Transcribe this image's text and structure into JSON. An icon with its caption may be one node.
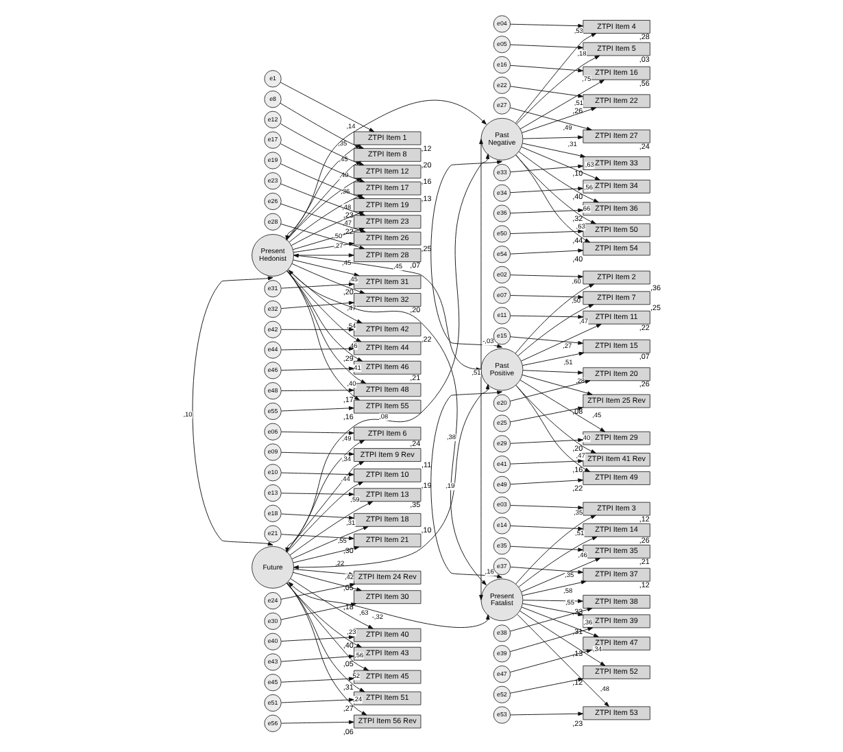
{
  "diagram": {
    "nodes": [
      {
        "text": [
          "Present Hedonist"
        ]
      },
      {
        "text": [
          "ZTPI Item 1"
        ],
        "beside": [
          ",12"
        ]
      },
      {
        "text": [
          "ZTPI Item 8"
        ],
        "beside": [
          ",20"
        ]
      },
      {
        "text": [
          "ZTPI Item 12"
        ],
        "beside": [
          ",16"
        ]
      },
      {
        "text": [
          "ZTPI Item 17"
        ],
        "beside": [
          ",13"
        ]
      },
      {
        "text": [
          "ZTPI Item 19"
        ],
        "beside": [
          ",23"
        ]
      },
      {
        "text": [
          "ZTPI Item 23"
        ],
        "beside": [
          ",22"
        ]
      },
      {
        "text": [
          "ZTPI Item 26"
        ],
        "beside": [
          ",25"
        ]
      },
      {
        "text": [
          "ZTPI Item 28"
        ],
        "beside": [
          ",07"
        ]
      },
      {
        "text": [
          "ZTPI Item 31"
        ],
        "beside": [
          ",20"
        ]
      },
      {
        "text": [
          "ZTPI Item 32"
        ],
        "beside": [
          ",20"
        ]
      },
      {
        "text": [
          "ZTPI Item 42"
        ],
        "beside": [
          ",22"
        ]
      },
      {
        "text": [
          "ZTPI Item 44"
        ],
        "beside": [
          ",29"
        ]
      },
      {
        "text": [
          "ZTPI Item 46"
        ],
        "beside": [
          ",21"
        ]
      },
      {
        "text": [
          "ZTPI Item 48"
        ],
        "beside": [
          ",17"
        ]
      },
      {
        "text": [
          "ZTPI Item 55"
        ],
        "beside": [
          ",16"
        ]
      },
      {
        "text": [
          "e1"
        ]
      },
      {
        "text": [
          "e8"
        ]
      },
      {
        "text": [
          "e12"
        ]
      },
      {
        "text": [
          "e17"
        ]
      },
      {
        "text": [
          "e19"
        ]
      },
      {
        "text": [
          "e23"
        ]
      },
      {
        "text": [
          "e26"
        ]
      },
      {
        "text": [
          "e28"
        ]
      },
      {
        "text": [
          "e31"
        ]
      },
      {
        "text": [
          "e32"
        ]
      },
      {
        "text": [
          "e42"
        ]
      },
      {
        "text": [
          "e44"
        ]
      },
      {
        "text": [
          "e46"
        ]
      },
      {
        "text": [
          "e48"
        ]
      },
      {
        "text": [
          "e55"
        ]
      },
      {
        "text": [
          "Future"
        ]
      },
      {
        "text": [
          "ZTPI Item 6"
        ],
        "beside": [
          ",24"
        ]
      },
      {
        "text": [
          "ZTPI Item 9 Rev"
        ],
        "beside": [
          ",11"
        ]
      },
      {
        "text": [
          "ZTPI Item 10"
        ],
        "beside": [
          ",19"
        ]
      },
      {
        "text": [
          "ZTPI Item 13"
        ],
        "beside": [
          ",35"
        ]
      },
      {
        "text": [
          "ZTPI Item 18"
        ],
        "beside": [
          ",10"
        ]
      },
      {
        "text": [
          "ZTPI Item 21"
        ],
        "beside": [
          ",30"
        ]
      },
      {
        "text": [
          "ZTPI Item 24 Rev"
        ],
        "beside": [
          ",05"
        ]
      },
      {
        "text": [
          "ZTPI Item 30"
        ],
        "beside": [
          ",18"
        ]
      },
      {
        "text": [
          "ZTPI Item 40"
        ],
        "beside": [
          ",40"
        ]
      },
      {
        "text": [
          "ZTPI Item 43"
        ],
        "beside": [
          ",05"
        ]
      },
      {
        "text": [
          "ZTPI Item 45"
        ],
        "beside": [
          ",31"
        ]
      },
      {
        "text": [
          "ZTPI Item 51"
        ],
        "beside": [
          ",27"
        ]
      },
      {
        "text": [
          "ZTPI Item 56 Rev"
        ],
        "beside": [
          ",06"
        ]
      },
      {
        "text": [
          "e06"
        ]
      },
      {
        "text": [
          "e09"
        ]
      },
      {
        "text": [
          "e10"
        ]
      },
      {
        "text": [
          "e13"
        ]
      },
      {
        "text": [
          "e18"
        ]
      },
      {
        "text": [
          "e21"
        ]
      },
      {
        "text": [
          "e24"
        ]
      },
      {
        "text": [
          "e30"
        ]
      },
      {
        "text": [
          "e40"
        ]
      },
      {
        "text": [
          "e43"
        ]
      },
      {
        "text": [
          "e45"
        ]
      },
      {
        "text": [
          "e51"
        ]
      },
      {
        "text": [
          "e56"
        ]
      },
      {
        "text": [
          "Past Negative"
        ]
      },
      {
        "text": [
          "ZTPI Item 4"
        ],
        "beside": [
          ",28"
        ]
      },
      {
        "text": [
          "ZTPI Item 5"
        ],
        "beside": [
          ",03"
        ]
      },
      {
        "text": [
          "ZTPI Item 16"
        ],
        "beside": [
          ",56"
        ]
      },
      {
        "text": [
          "ZTPI Item 22"
        ],
        "beside": [
          ",26"
        ]
      },
      {
        "text": [
          "ZTPI Item 27"
        ],
        "beside": [
          ",24"
        ]
      },
      {
        "text": [
          "ZTPI Item 33"
        ],
        "beside": [
          ",10"
        ]
      },
      {
        "text": [
          "ZTPI Item 34"
        ],
        "beside": [
          ",40"
        ]
      },
      {
        "text": [
          "ZTPI Item 36"
        ],
        "beside": [
          ",32"
        ]
      },
      {
        "text": [
          "ZTPI Item 50"
        ],
        "beside": [
          ",44"
        ]
      },
      {
        "text": [
          "ZTPI Item 54"
        ],
        "beside": [
          ",40"
        ]
      },
      {
        "text": [
          "e04"
        ]
      },
      {
        "text": [
          "e05"
        ]
      },
      {
        "text": [
          "e16"
        ]
      },
      {
        "text": [
          "e22"
        ]
      },
      {
        "text": [
          "e27"
        ]
      },
      {
        "text": [
          "e33"
        ]
      },
      {
        "text": [
          "e34"
        ]
      },
      {
        "text": [
          "e36"
        ]
      },
      {
        "text": [
          "e50"
        ]
      },
      {
        "text": [
          "e54"
        ]
      },
      {
        "text": [
          "Past Positive"
        ]
      },
      {
        "text": [
          "ZTPI Item 2"
        ],
        "beside": [
          ",36"
        ]
      },
      {
        "text": [
          "ZTPI Item 7"
        ],
        "beside": [
          ",25"
        ]
      },
      {
        "text": [
          "ZTPI Item 11"
        ],
        "beside": [
          ",22"
        ]
      },
      {
        "text": [
          "ZTPI Item 15"
        ],
        "beside": [
          ",07"
        ]
      },
      {
        "text": [
          "ZTPI Item 20"
        ],
        "beside": [
          ",26"
        ]
      },
      {
        "text": [
          "ZTPI Item 25 Rev"
        ],
        "beside": [
          ",08"
        ]
      },
      {
        "text": [
          "ZTPI Item 29"
        ],
        "beside": [
          ",20"
        ]
      },
      {
        "text": [
          "ZTPI Item 41 Rev"
        ],
        "beside": [
          ",16"
        ]
      },
      {
        "text": [
          "ZTPI Item 49"
        ],
        "beside": [
          ",22"
        ]
      },
      {
        "text": [
          "e02"
        ]
      },
      {
        "text": [
          "e07"
        ]
      },
      {
        "text": [
          "e11"
        ]
      },
      {
        "text": [
          "e15"
        ]
      },
      {
        "text": [
          "e20"
        ]
      },
      {
        "text": [
          "e25"
        ]
      },
      {
        "text": [
          "e29"
        ]
      },
      {
        "text": [
          "e41"
        ]
      },
      {
        "text": [
          "e49"
        ]
      },
      {
        "text": [
          "Present Fatalist"
        ]
      },
      {
        "text": [
          "ZTPI Item 3"
        ],
        "beside": [
          ",12"
        ]
      },
      {
        "text": [
          "ZTPI Item 14"
        ],
        "beside": [
          ",26"
        ]
      },
      {
        "text": [
          "ZTPI Item 35"
        ],
        "beside": [
          ",21"
        ]
      },
      {
        "text": [
          "ZTPI Item 37"
        ],
        "beside": [
          ",12"
        ]
      },
      {
        "text": [
          "ZTPI Item 38"
        ],
        "beside": [
          ",33"
        ]
      },
      {
        "text": [
          "ZTPI Item 39"
        ],
        "beside": [
          ",31"
        ]
      },
      {
        "text": [
          "ZTPI Item 47"
        ],
        "beside": [
          ",13"
        ]
      },
      {
        "text": [
          "ZTPI Item 52"
        ],
        "beside": [
          ",12"
        ]
      },
      {
        "text": [
          "ZTPI Item 53"
        ],
        "beside": [
          ",23"
        ]
      },
      {
        "text": [
          "e03"
        ]
      },
      {
        "text": [
          "e14"
        ]
      },
      {
        "text": [
          "e35"
        ]
      },
      {
        "text": [
          "e37"
        ]
      },
      {
        "text": [
          "e38"
        ]
      },
      {
        "text": [
          "e39"
        ]
      },
      {
        "text": [
          "e47"
        ]
      },
      {
        "text": [
          "e52"
        ]
      },
      {
        "text": [
          "e53"
        ]
      }
    ],
    "edges": [
      {
        "from": 16,
        "to": 1,
        "arrow": "to"
      },
      {
        "from": 0,
        "to": 1,
        "arrow": "to",
        "label": ",35"
      },
      {
        "from": 17,
        "to": 2,
        "arrow": "to"
      },
      {
        "from": 0,
        "to": 2,
        "arrow": "to",
        "label": ",45"
      },
      {
        "from": 18,
        "to": 3,
        "arrow": "to"
      },
      {
        "from": 0,
        "to": 3,
        "arrow": "to",
        "label": ",40"
      },
      {
        "from": 19,
        "to": 4,
        "arrow": "to"
      },
      {
        "from": 0,
        "to": 4,
        "arrow": "to",
        "label": ",36"
      },
      {
        "from": 20,
        "to": 5,
        "arrow": "to"
      },
      {
        "from": 0,
        "to": 5,
        "arrow": "to",
        "label": ",48"
      },
      {
        "from": 21,
        "to": 6,
        "arrow": "to"
      },
      {
        "from": 0,
        "to": 6,
        "arrow": "to",
        "label": ",47"
      },
      {
        "from": 22,
        "to": 7,
        "arrow": "to"
      },
      {
        "from": 0,
        "to": 7,
        "arrow": "to",
        "label": ",50"
      },
      {
        "from": 23,
        "to": 8,
        "arrow": "to"
      },
      {
        "from": 0,
        "to": 8,
        "arrow": "to",
        "label": ",27"
      },
      {
        "from": 24,
        "to": 9,
        "arrow": "to"
      },
      {
        "from": 0,
        "to": 9,
        "arrow": "to",
        "label": ",45"
      },
      {
        "from": 25,
        "to": 10,
        "arrow": "to"
      },
      {
        "from": 0,
        "to": 10,
        "arrow": "to",
        "label": ",45"
      },
      {
        "from": 26,
        "to": 11,
        "arrow": "to"
      },
      {
        "from": 0,
        "to": 11,
        "arrow": "to",
        "label": ",47"
      },
      {
        "from": 27,
        "to": 12,
        "arrow": "to"
      },
      {
        "from": 0,
        "to": 12,
        "arrow": "to",
        "label": ",54"
      },
      {
        "from": 28,
        "to": 13,
        "arrow": "to"
      },
      {
        "from": 0,
        "to": 13,
        "arrow": "to",
        "label": ",46"
      },
      {
        "from": 29,
        "to": 14,
        "arrow": "to"
      },
      {
        "from": 0,
        "to": 14,
        "arrow": "to",
        "label": ",41"
      },
      {
        "from": 30,
        "to": 15,
        "arrow": "to"
      },
      {
        "from": 0,
        "to": 15,
        "arrow": "to",
        "label": ",40"
      },
      {
        "from": 45,
        "to": 32,
        "arrow": "to"
      },
      {
        "from": 31,
        "to": 32,
        "arrow": "to",
        "label": ",49"
      },
      {
        "from": 46,
        "to": 33,
        "arrow": "to"
      },
      {
        "from": 31,
        "to": 33,
        "arrow": "to",
        "label": ",34"
      },
      {
        "from": 47,
        "to": 34,
        "arrow": "to"
      },
      {
        "from": 31,
        "to": 34,
        "arrow": "to",
        "label": ",44"
      },
      {
        "from": 48,
        "to": 35,
        "arrow": "to"
      },
      {
        "from": 31,
        "to": 35,
        "arrow": "to",
        "label": ",59"
      },
      {
        "from": 49,
        "to": 36,
        "arrow": "to"
      },
      {
        "from": 31,
        "to": 36,
        "arrow": "to",
        "label": ",31"
      },
      {
        "from": 50,
        "to": 37,
        "arrow": "to"
      },
      {
        "from": 31,
        "to": 37,
        "arrow": "to",
        "label": ",55"
      },
      {
        "from": 51,
        "to": 38,
        "arrow": "to"
      },
      {
        "from": 31,
        "to": 38,
        "arrow": "to",
        "label": ",22"
      },
      {
        "from": 52,
        "to": 39,
        "arrow": "to"
      },
      {
        "from": 31,
        "to": 39,
        "arrow": "to",
        "label": ",42"
      },
      {
        "from": 53,
        "to": 40,
        "arrow": "to"
      },
      {
        "from": 31,
        "to": 40,
        "arrow": "to",
        "label": ",63"
      },
      {
        "from": 54,
        "to": 41,
        "arrow": "to"
      },
      {
        "from": 31,
        "to": 41,
        "arrow": "to",
        "label": ",23"
      },
      {
        "from": 55,
        "to": 42,
        "arrow": "to"
      },
      {
        "from": 31,
        "to": 42,
        "arrow": "to",
        "label": ",56"
      },
      {
        "from": 56,
        "to": 43,
        "arrow": "to"
      },
      {
        "from": 31,
        "to": 43,
        "arrow": "to",
        "label": ",52"
      },
      {
        "from": 57,
        "to": 44,
        "arrow": "to"
      },
      {
        "from": 31,
        "to": 44,
        "arrow": "to",
        "label": ",24"
      },
      {
        "from": 69,
        "to": 59,
        "arrow": "to"
      },
      {
        "from": 58,
        "to": 59,
        "arrow": "to",
        "label": ",53"
      },
      {
        "from": 70,
        "to": 60,
        "arrow": "to"
      },
      {
        "from": 58,
        "to": 60,
        "arrow": "to",
        "label": ",18"
      },
      {
        "from": 71,
        "to": 61,
        "arrow": "to"
      },
      {
        "from": 58,
        "to": 61,
        "arrow": "to",
        "label": ",75"
      },
      {
        "from": 72,
        "to": 62,
        "arrow": "to"
      },
      {
        "from": 58,
        "to": 62,
        "arrow": "to",
        "label": ",51"
      },
      {
        "from": 73,
        "to": 63,
        "arrow": "to"
      },
      {
        "from": 58,
        "to": 63,
        "arrow": "to",
        "label": ",49"
      },
      {
        "from": 74,
        "to": 64,
        "arrow": "to"
      },
      {
        "from": 58,
        "to": 64,
        "arrow": "to",
        "label": ",31"
      },
      {
        "from": 75,
        "to": 65,
        "arrow": "to"
      },
      {
        "from": 58,
        "to": 65,
        "arrow": "to",
        "label": ",63"
      },
      {
        "from": 76,
        "to": 66,
        "arrow": "to"
      },
      {
        "from": 58,
        "to": 66,
        "arrow": "to",
        "label": ",56"
      },
      {
        "from": 77,
        "to": 67,
        "arrow": "to"
      },
      {
        "from": 58,
        "to": 67,
        "arrow": "to",
        "label": ",66"
      },
      {
        "from": 78,
        "to": 68,
        "arrow": "to"
      },
      {
        "from": 58,
        "to": 68,
        "arrow": "to",
        "label": ",63"
      },
      {
        "from": 89,
        "to": 80,
        "arrow": "to"
      },
      {
        "from": 79,
        "to": 80,
        "arrow": "to",
        "label": ",60"
      },
      {
        "from": 90,
        "to": 81,
        "arrow": "to"
      },
      {
        "from": 79,
        "to": 81,
        "arrow": "to",
        "label": ",50"
      },
      {
        "from": 91,
        "to": 82,
        "arrow": "to"
      },
      {
        "from": 79,
        "to": 82,
        "arrow": "to",
        "label": ",47"
      },
      {
        "from": 92,
        "to": 83,
        "arrow": "to"
      },
      {
        "from": 79,
        "to": 83,
        "arrow": "to",
        "label": ",27"
      },
      {
        "from": 93,
        "to": 84,
        "arrow": "to"
      },
      {
        "from": 79,
        "to": 84,
        "arrow": "to",
        "label": ",51"
      },
      {
        "from": 94,
        "to": 85,
        "arrow": "to"
      },
      {
        "from": 79,
        "to": 85,
        "arrow": "to",
        "label": ",28"
      },
      {
        "from": 95,
        "to": 86,
        "arrow": "to"
      },
      {
        "from": 79,
        "to": 86,
        "arrow": "to",
        "label": ",45"
      },
      {
        "from": 96,
        "to": 87,
        "arrow": "to"
      },
      {
        "from": 79,
        "to": 87,
        "arrow": "to",
        "label": ",40"
      },
      {
        "from": 97,
        "to": 88,
        "arrow": "to"
      },
      {
        "from": 79,
        "to": 88,
        "arrow": "to",
        "label": ",47"
      },
      {
        "from": 108,
        "to": 99,
        "arrow": "to"
      },
      {
        "from": 98,
        "to": 99,
        "arrow": "to",
        "label": ",35"
      },
      {
        "from": 109,
        "to": 100,
        "arrow": "to"
      },
      {
        "from": 98,
        "to": 100,
        "arrow": "to",
        "label": ",51"
      },
      {
        "from": 110,
        "to": 101,
        "arrow": "to"
      },
      {
        "from": 98,
        "to": 101,
        "arrow": "to",
        "label": ",46"
      },
      {
        "from": 111,
        "to": 102,
        "arrow": "to"
      },
      {
        "from": 98,
        "to": 102,
        "arrow": "to",
        "label": ",35"
      },
      {
        "from": 112,
        "to": 103,
        "arrow": "to"
      },
      {
        "from": 98,
        "to": 103,
        "arrow": "to",
        "label": ",58"
      },
      {
        "from": 113,
        "to": 104,
        "arrow": "to"
      },
      {
        "from": 98,
        "to": 104,
        "arrow": "to",
        "label": ",55"
      },
      {
        "from": 114,
        "to": 105,
        "arrow": "to"
      },
      {
        "from": 98,
        "to": 105,
        "arrow": "to",
        "label": ",36"
      },
      {
        "from": 115,
        "to": 106,
        "arrow": "to"
      },
      {
        "from": 98,
        "to": 106,
        "arrow": "to",
        "label": ",34"
      },
      {
        "from": 116,
        "to": 107,
        "arrow": "to"
      },
      {
        "from": 98,
        "to": 107,
        "arrow": "to",
        "label": ",48"
      },
      {
        "from": 0,
        "to": 58,
        "arrow": "both",
        "label": ",14"
      },
      {
        "from": 0,
        "to": 79,
        "arrow": "both",
        "label": ",45"
      },
      {
        "from": 0,
        "to": 98,
        "arrow": "both",
        "label": ",38"
      },
      {
        "from": 0,
        "to": 31,
        "arrow": "both",
        "label": ",10"
      },
      {
        "from": 58,
        "to": 79,
        "arrow": "both",
        "label": "-,03"
      },
      {
        "from": 31,
        "to": 58,
        "arrow": "both",
        "label": ",08"
      },
      {
        "from": 58,
        "to": 98,
        "arrow": "both",
        "label": ",51"
      },
      {
        "from": 79,
        "to": 98,
        "arrow": "both",
        "label": ",16"
      },
      {
        "from": 31,
        "to": 79,
        "arrow": "both",
        "label": ",19"
      },
      {
        "from": 31,
        "to": 98,
        "arrow": "both",
        "label": "-,32"
      }
    ]
  }
}
